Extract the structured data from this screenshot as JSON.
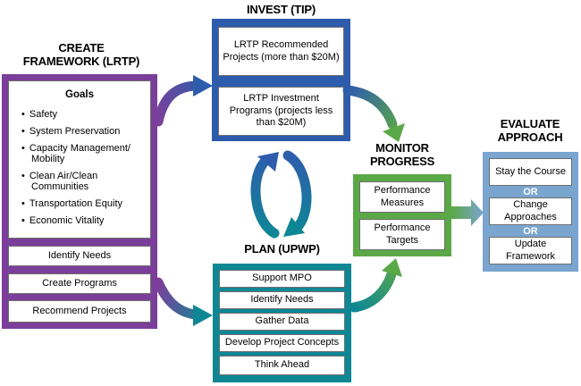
{
  "colors": {
    "purple": "#7B3F9B",
    "blue": "#2E5CAD",
    "teal": "#0E8795",
    "green": "#5BA847",
    "lightblue": "#7AA5CE"
  },
  "sections": {
    "create": {
      "title": "CREATE\nFRAMEWORK (LRTP)",
      "goals_header": "Goals",
      "goals": [
        "Safety",
        "System Preservation",
        "Capacity Management/ Mobility",
        "Clean Air/Clean Communities",
        "Transportation Equity",
        "Economic Vitality"
      ],
      "items": [
        "Identify Needs",
        "Create Programs",
        "Recommend Projects"
      ]
    },
    "invest": {
      "title": "INVEST (TIP)",
      "items": [
        "LRTP Recommended Projects (more than $20M)",
        "LRTP Investment Programs (projects less than $20M)"
      ]
    },
    "plan": {
      "title": "PLAN (UPWP)",
      "items": [
        "Support MPO",
        "Identify Needs",
        "Gather Data",
        "Develop Project Concepts",
        "Think Ahead"
      ]
    },
    "monitor": {
      "title": "MONITOR\nPROGRESS",
      "items": [
        "Performance Measures",
        "Performance Targets"
      ]
    },
    "evaluate": {
      "title": "EVALUATE\nAPPROACH",
      "or_label": "OR",
      "items": [
        "Stay the Course",
        "Change Approaches",
        "Update Framework"
      ]
    }
  }
}
